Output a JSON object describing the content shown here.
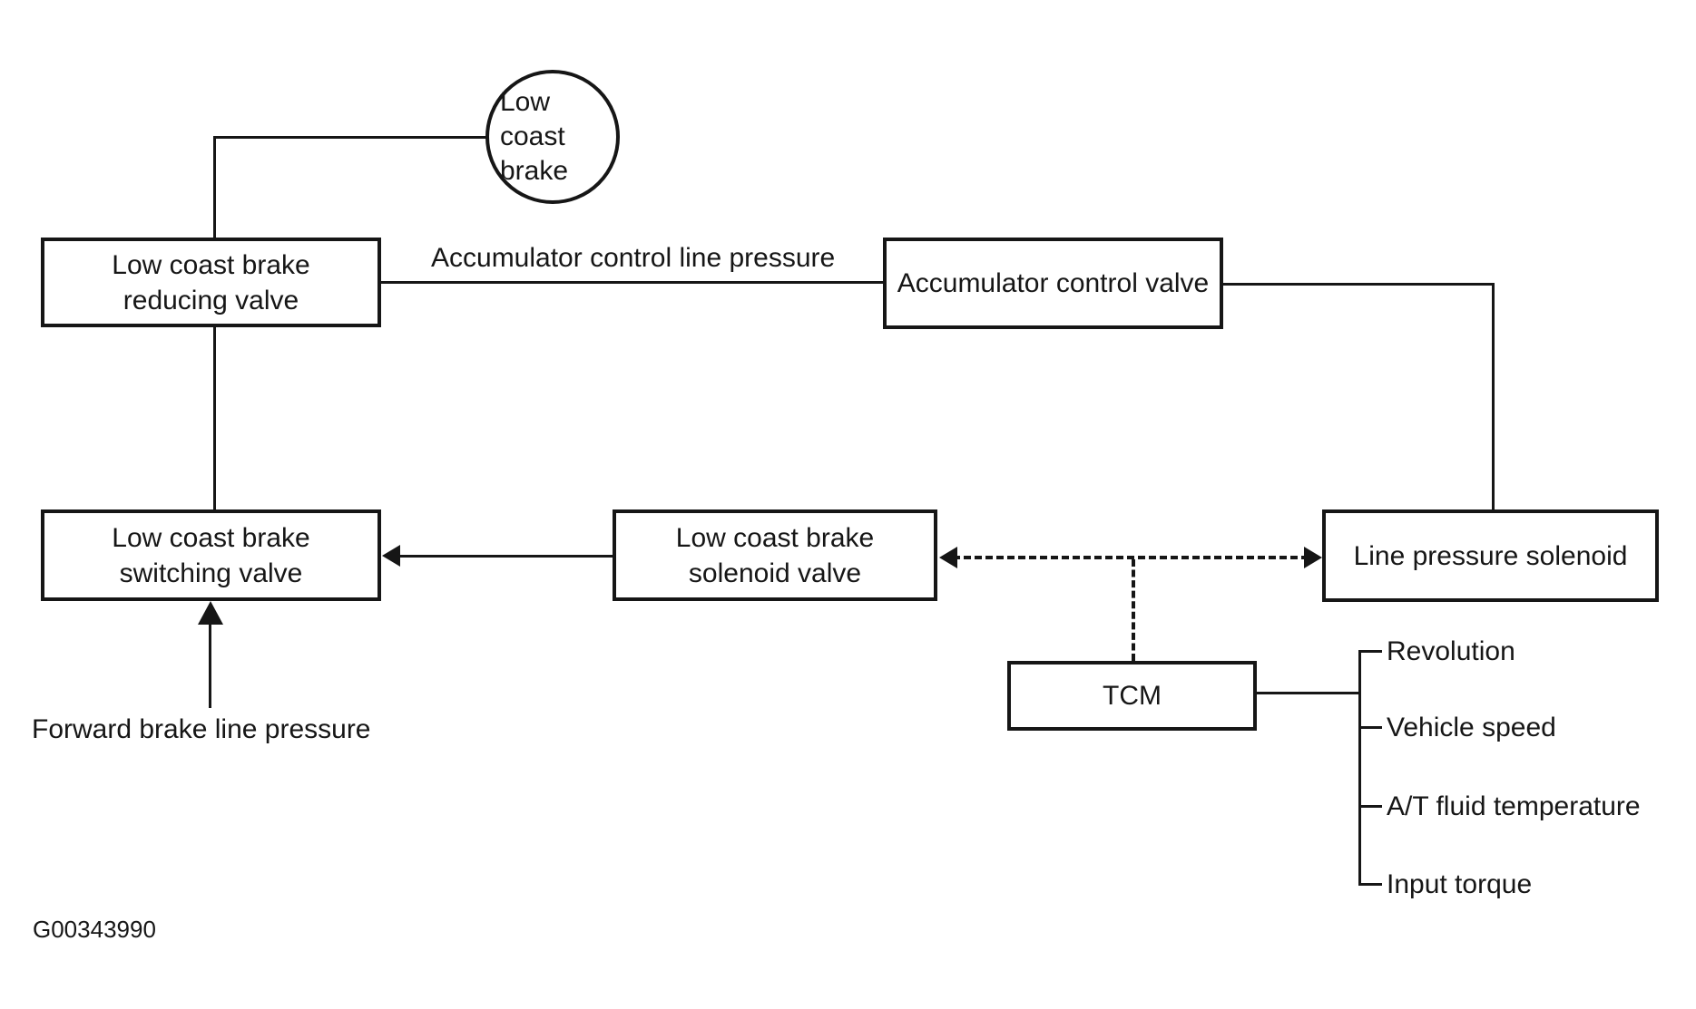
{
  "figure_id": "G00343990",
  "nodes": {
    "low_coast_brake": "Low coast\nbrake",
    "reducing_valve": "Low coast brake\nreducing valve",
    "accumulator_valve": "Accumulator control valve",
    "switching_valve": "Low coast brake\nswitching valve",
    "solenoid_valve": "Low coast brake\nsolenoid valve",
    "line_pressure_solenoid": "Line pressure solenoid",
    "tcm": "TCM"
  },
  "flow_labels": {
    "accumulator_line_pressure": "Accumulator control line pressure",
    "forward_brake_line_pressure": "Forward brake line pressure"
  },
  "tcm_inputs": [
    "Revolution",
    "Vehicle speed",
    "A/T fluid temperature",
    "Input torque"
  ],
  "colors": {
    "line": "#161616",
    "background": "#ffffff"
  }
}
